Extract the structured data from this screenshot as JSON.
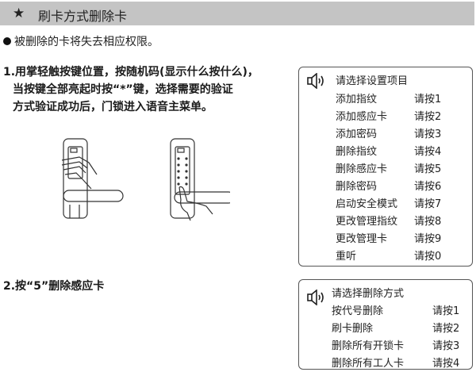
{
  "header": {
    "icon": "star-icon",
    "title": "刷卡方式删除卡",
    "bar_color": "#c4c4c4"
  },
  "note": {
    "icon": "bullet-icon",
    "text": "被删除的卡将失去相应权限。"
  },
  "step1": {
    "lines": [
      "1.用掌轻触按键位置，按随机码(显示什么按什么)，",
      "当按键全部亮起时按“*”键，选择需要的验证",
      "方式验证成功后，门锁进入语音主菜单。"
    ]
  },
  "illustration": {
    "left": "hand-palm-on-lock-icon",
    "right": "finger-press-keypad-icon"
  },
  "step2": {
    "text": "2.按“5”删除感应卡"
  },
  "menu_settings": {
    "icon": "speaker-icon",
    "title": "请选择设置项目",
    "items": [
      {
        "label": "添加指纹",
        "key": "请按1"
      },
      {
        "label": "添加感应卡",
        "key": "请按2"
      },
      {
        "label": "添加密码",
        "key": "请按3"
      },
      {
        "label": "删除指纹",
        "key": "请按4"
      },
      {
        "label": "删除感应卡",
        "key": "请按5"
      },
      {
        "label": "删除密码",
        "key": "请按6"
      },
      {
        "label": "启动安全模式",
        "key": "请按7"
      },
      {
        "label": "更改管理指纹",
        "key": "请按8"
      },
      {
        "label": "更改管理卡",
        "key": "请按9"
      },
      {
        "label": "重听",
        "key": "请按0"
      }
    ]
  },
  "menu_delete": {
    "icon": "speaker-icon",
    "title": "请选择删除方式",
    "items": [
      {
        "label": "按代号删除",
        "key": "请按1"
      },
      {
        "label": "刷卡删除",
        "key": "请按2"
      },
      {
        "label": "删除所有开锁卡",
        "key": "请按3"
      },
      {
        "label": "删除所有工人卡",
        "key": "请按4"
      }
    ]
  }
}
